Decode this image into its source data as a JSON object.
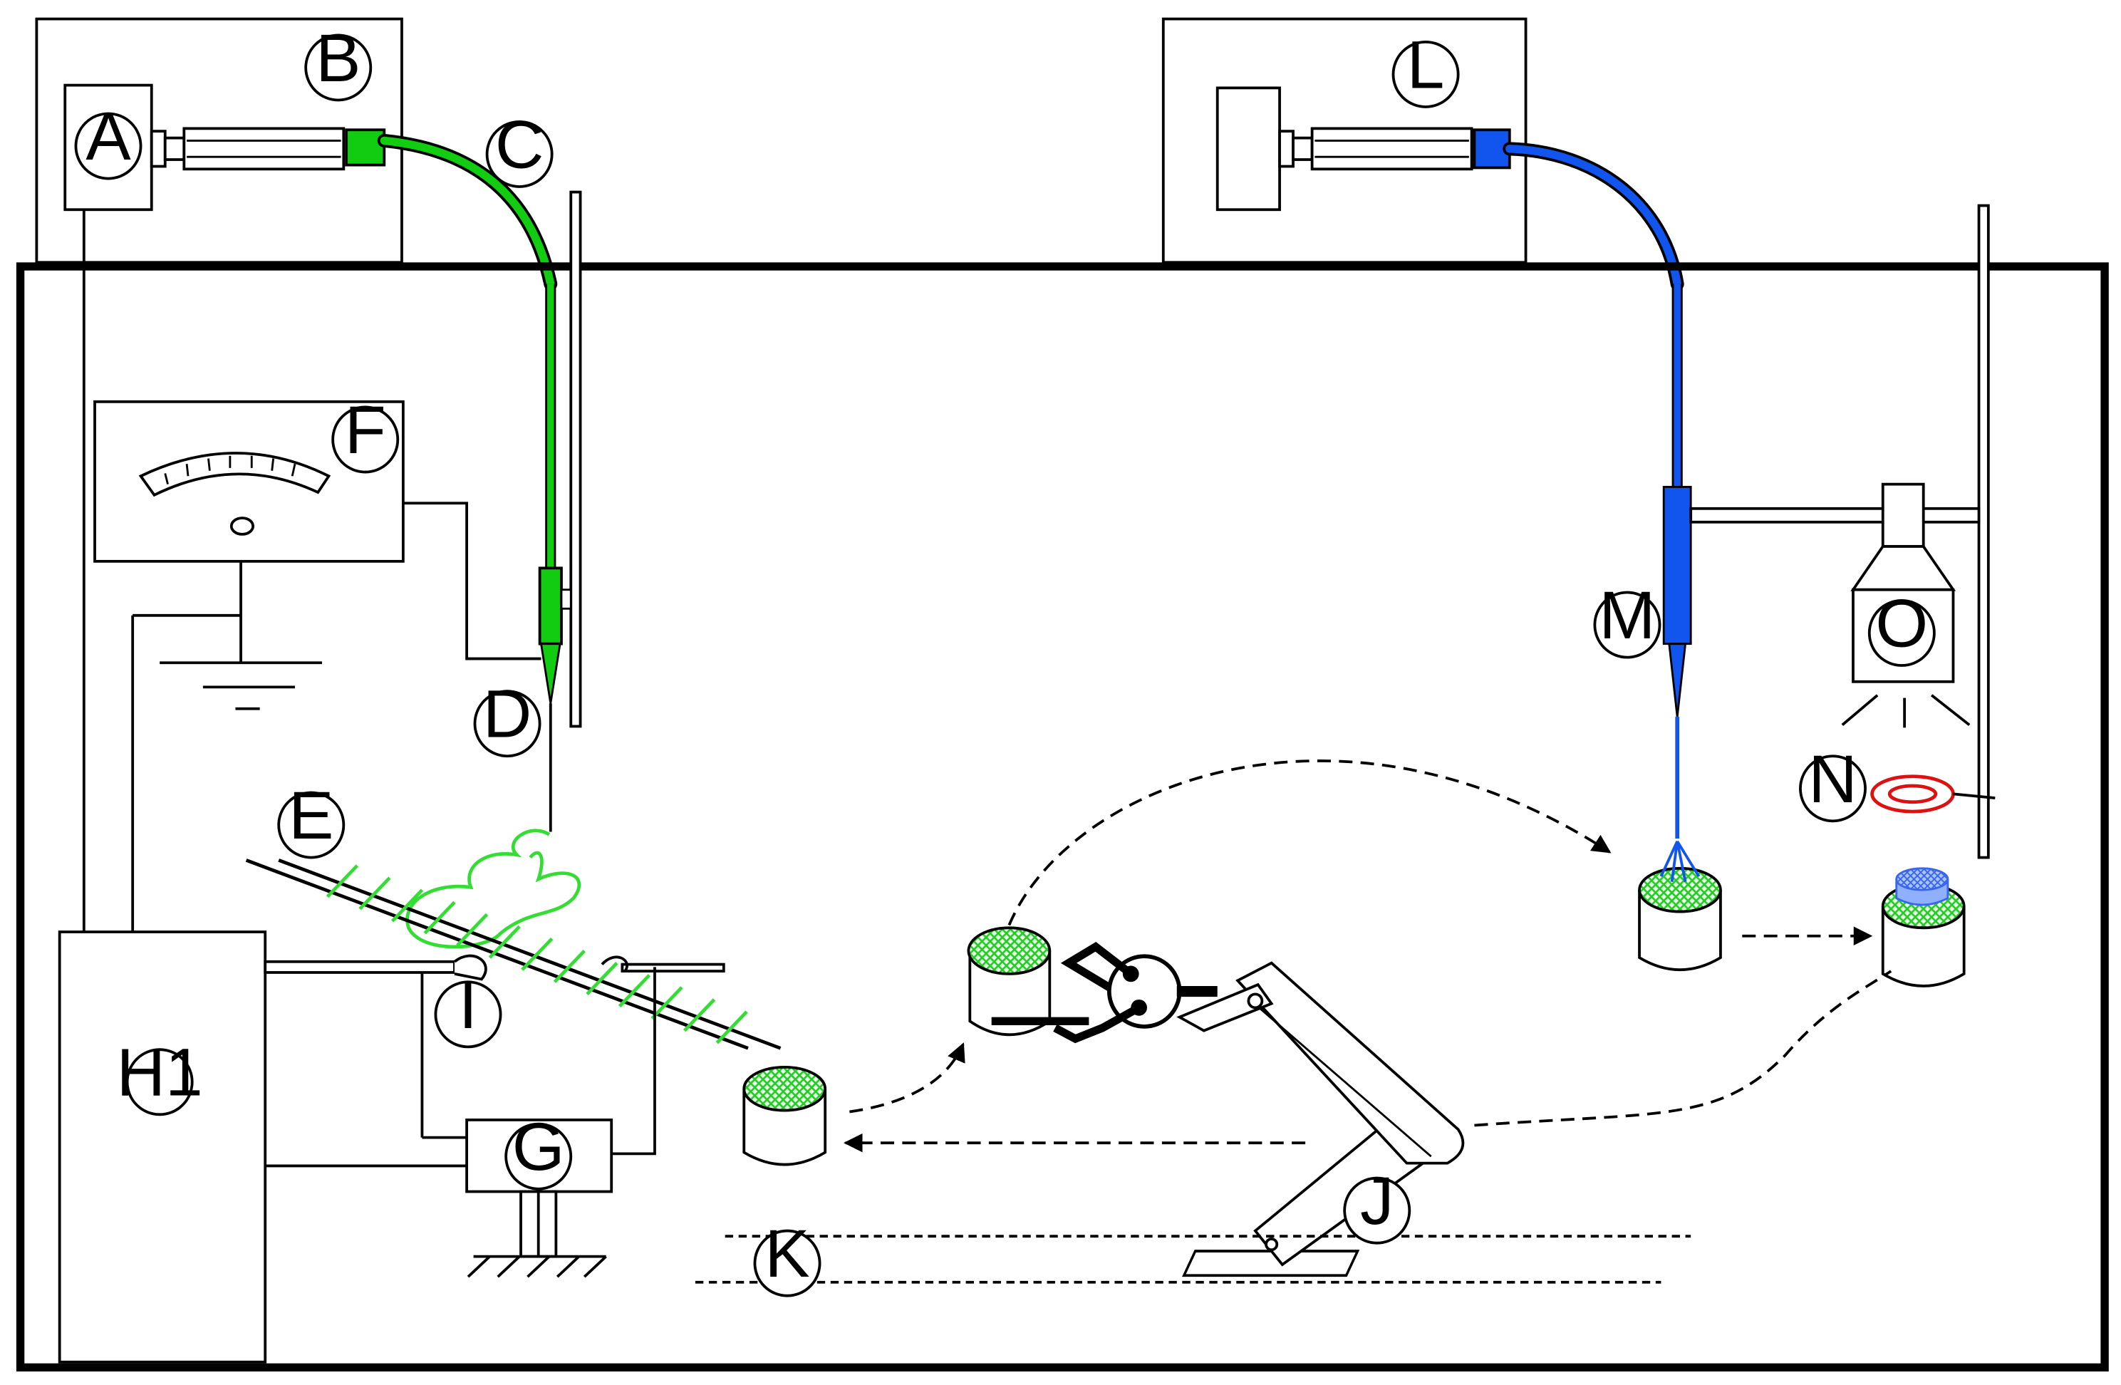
{
  "labels": {
    "A": "A",
    "B": "B",
    "C": "C",
    "D": "D",
    "E": "E",
    "F": "F",
    "G": "G",
    "H1": "H1",
    "I": "I",
    "J": "J",
    "K": "K",
    "L": "L",
    "M": "M",
    "N": "N",
    "O": "O"
  },
  "colors": {
    "electrospin": "#11cc11",
    "electrospray": "#1155ee",
    "fiber": "#33dd33",
    "ring": "#dd1111",
    "line": "#000000"
  }
}
